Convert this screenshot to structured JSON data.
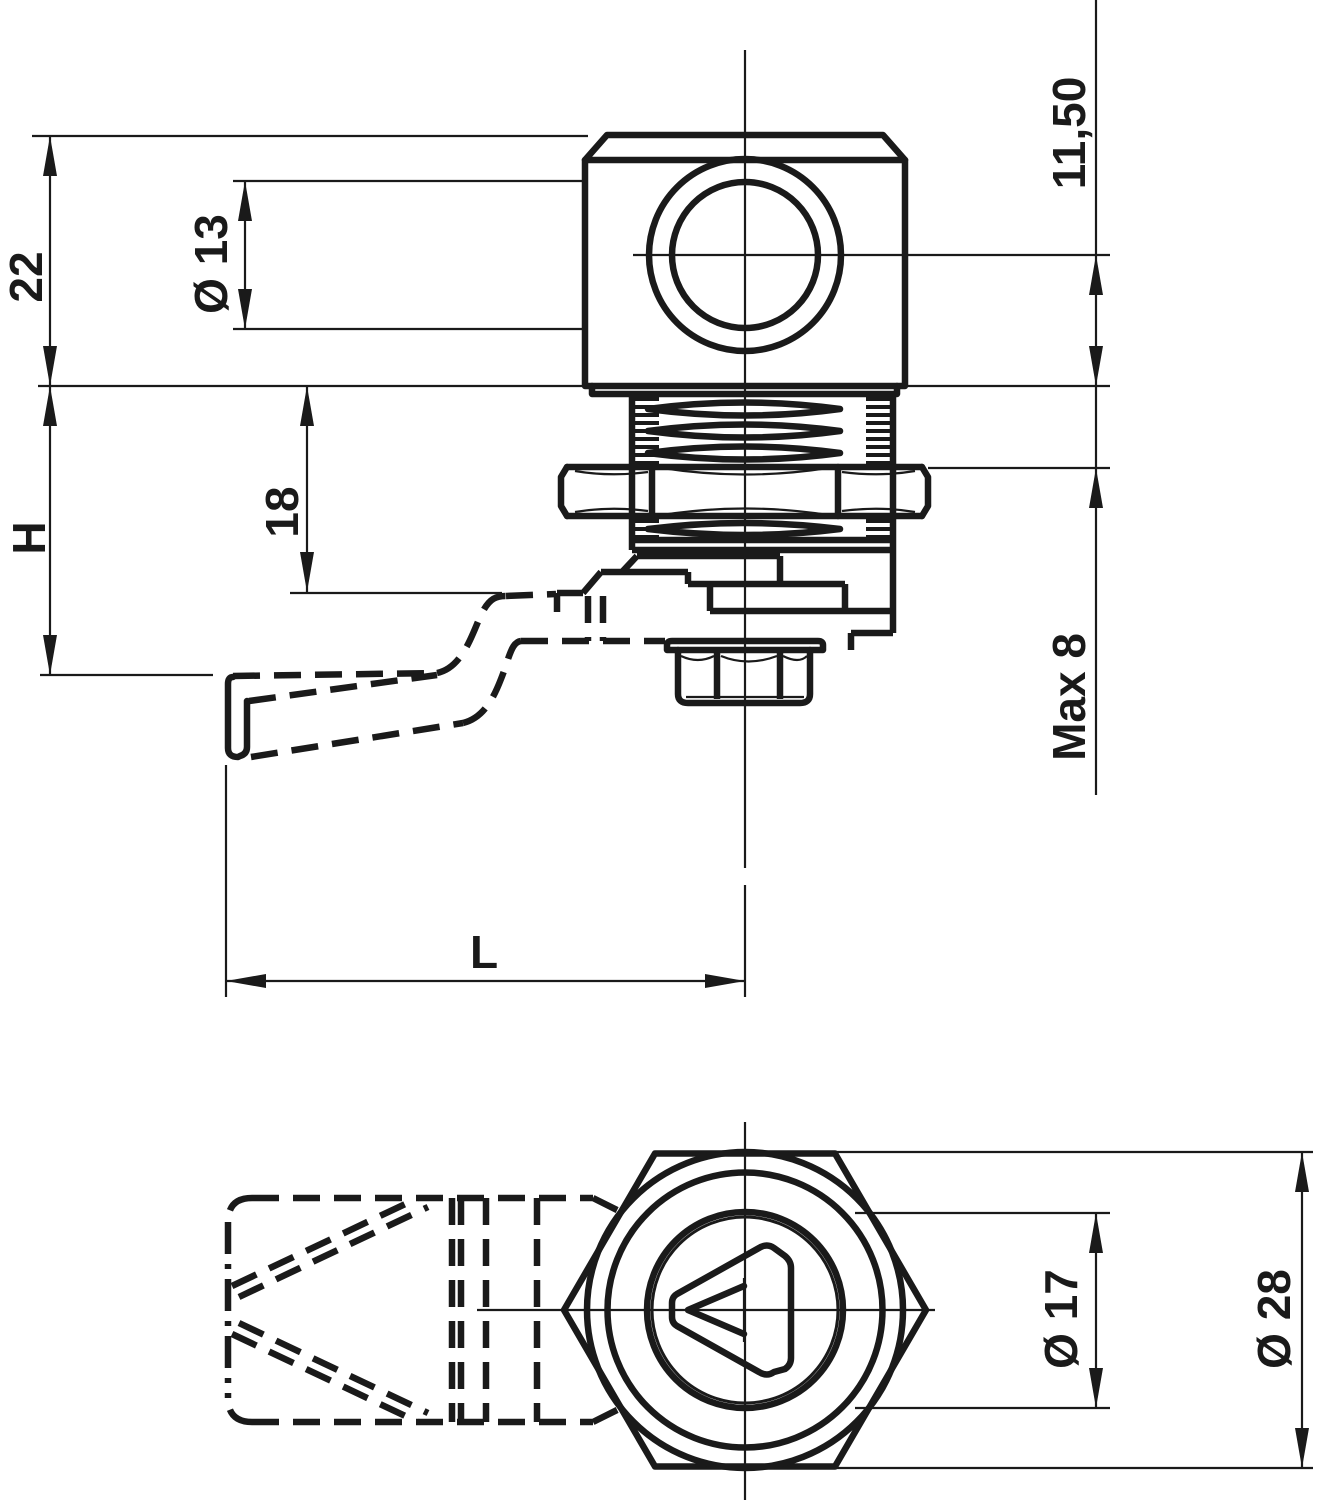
{
  "dimensions": {
    "body_height": "22",
    "cylinder_diameter": "Ø 13",
    "center_to_mounting": "11,50",
    "thread_length": "18",
    "handle_height": "H",
    "max_panel_thickness": "Max 8",
    "lever_length": "L",
    "insert_diameter": "Ø 17",
    "head_diameter": "Ø 28"
  },
  "colors": {
    "line": "#1a1a1a",
    "background": "#ffffff"
  }
}
